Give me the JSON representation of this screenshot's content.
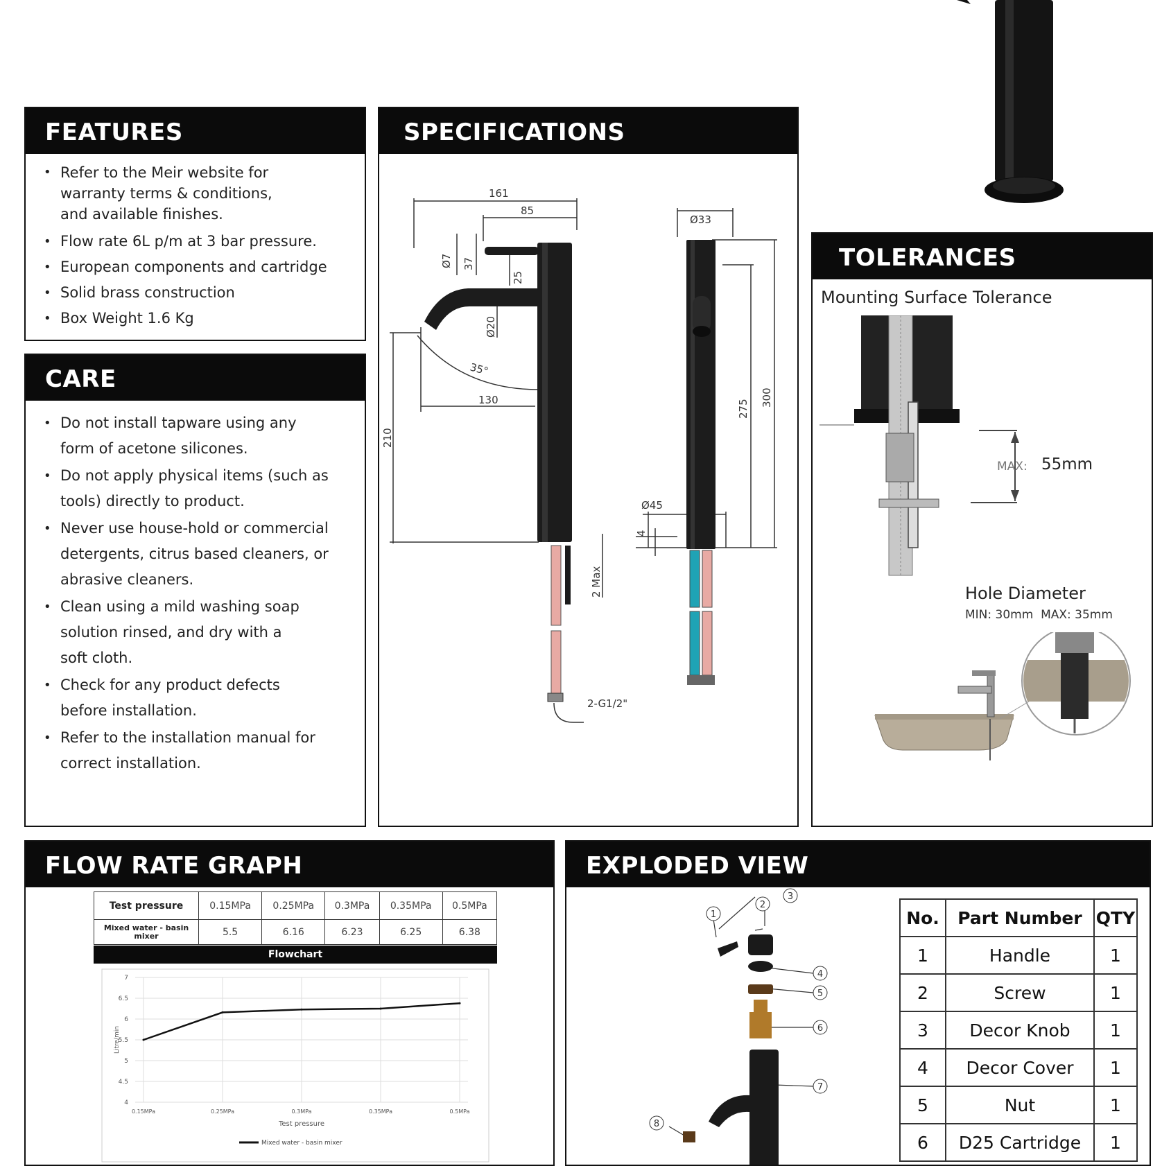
{
  "features": {
    "title": "FEATURES",
    "items": [
      "Refer to the Meir website for warranty terms & conditions, and available finishes.",
      "Flow rate 6L p/m at 3 bar pressure.",
      "European components and cartridge",
      "Solid brass construction",
      "Box Weight 1.6 Kg"
    ]
  },
  "care": {
    "title": "CARE",
    "items": [
      "Do not install tapware using any form of acetone silicones.",
      "Do not apply physical items (such as tools) directly to product.",
      "Never use house-hold or commercial detergents, citrus based cleaners, or abrasive cleaners.",
      "Clean using a mild washing soap solution rinsed, and dry with a soft cloth.",
      "Check for any product defects before installation.",
      "Refer to the installation manual for correct installation."
    ]
  },
  "specifications": {
    "title": "SPECIFICATIONS",
    "dims": {
      "d161": "161",
      "d85": "85",
      "d7": "Ø7",
      "d37": "37",
      "d25": "25",
      "d20": "Ø20",
      "a35": "35°",
      "d130": "130",
      "d210": "210",
      "d2max": "2 Max",
      "thread": "2-G1/2\"",
      "d33": "Ø33",
      "d275": "275",
      "d300": "300",
      "d45": "Ø45",
      "d4": "4"
    }
  },
  "tolerances": {
    "title": "TOLERANCES",
    "mounting_label": "Mounting Surface Tolerance",
    "max_prefix": "MAX:",
    "max_value": "55mm",
    "hole_label": "Hole Diameter",
    "hole_minmax": "MIN: 30mm  MAX: 35mm"
  },
  "flow_rate": {
    "title": "FLOW RATE GRAPH",
    "table_header": "Test pressure",
    "table_row_label": "Mixed water - basin mixer",
    "pressures": [
      "0.15MPa",
      "0.25MPa",
      "0.3MPa",
      "0.35MPa",
      "0.5MPa"
    ],
    "flows": [
      "5.5",
      "6.16",
      "6.23",
      "6.25",
      "6.38"
    ],
    "chart_title": "Flowchart"
  },
  "chart_data": {
    "type": "line",
    "title": "Flowchart",
    "categories": [
      "0.15MPa",
      "0.25MPa",
      "0.3MPa",
      "0.35MPa",
      "0.5MPa"
    ],
    "series": [
      {
        "name": "Mixed water - basin mixer",
        "values": [
          5.5,
          6.16,
          6.23,
          6.25,
          6.38
        ]
      }
    ],
    "xlabel": "Test pressure",
    "ylabel": "Litre/min",
    "ylim": [
      4,
      7
    ],
    "yticks": [
      "4",
      "4.5",
      "5",
      "5.5",
      "6",
      "6.5",
      "7"
    ],
    "grid": true,
    "legend": "bottom"
  },
  "exploded": {
    "title": "EXPLODED VIEW",
    "callouts": [
      "1",
      "2",
      "3",
      "4",
      "5",
      "6",
      "7",
      "8"
    ],
    "columns": [
      "No.",
      "Part Number",
      "QTY"
    ],
    "rows": [
      {
        "no": "1",
        "part": "Handle",
        "qty": "1"
      },
      {
        "no": "2",
        "part": "Screw",
        "qty": "1"
      },
      {
        "no": "3",
        "part": "Decor Knob",
        "qty": "1"
      },
      {
        "no": "4",
        "part": "Decor Cover",
        "qty": "1"
      },
      {
        "no": "5",
        "part": "Nut",
        "qty": "1"
      },
      {
        "no": "6",
        "part": "D25 Cartridge",
        "qty": "1"
      }
    ]
  },
  "colors": {
    "header_bg": "#0b0b0b",
    "product": "#1c1c1c",
    "hot_hose": "#e8aaa4",
    "cold_hose": "#1fa3b5",
    "brass": "#b07a2a",
    "basin": "#b8ad9a"
  }
}
